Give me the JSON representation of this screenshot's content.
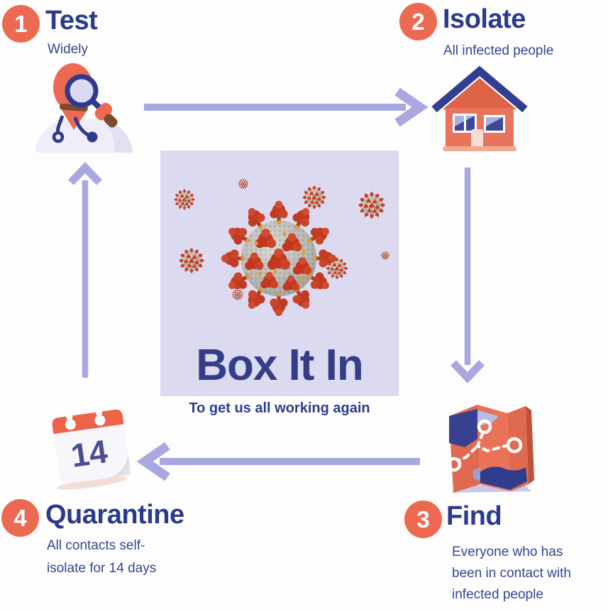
{
  "title": "Box It In",
  "subtitle": "To get us all working again",
  "steps": [
    {
      "number": "1",
      "title": "Test",
      "description": "Widely",
      "icon": "doctor-magnifier-icon"
    },
    {
      "number": "2",
      "title": "Isolate",
      "description": "All infected people",
      "icon": "house-icon"
    },
    {
      "number": "3",
      "title": "Find",
      "description": "Everyone who has been in contact with infected people",
      "icon": "map-icon"
    },
    {
      "number": "4",
      "title": "Quarantine",
      "description": "All contacts self-isolate for 14 days",
      "icon": "calendar-icon"
    }
  ],
  "calendar_day": "14",
  "flow": {
    "order": [
      "Test",
      "Isolate",
      "Find",
      "Quarantine"
    ],
    "loop": true
  },
  "center_image": "coronavirus-illustration",
  "colors": {
    "coral": "#ed6a52",
    "navy_text": "#2e3d8c",
    "arrow_lavender": "#a9a7e0",
    "box_background": "#dbdaf0",
    "virus_red": "#c5361f",
    "virus_gray": "#b5b4ae"
  }
}
